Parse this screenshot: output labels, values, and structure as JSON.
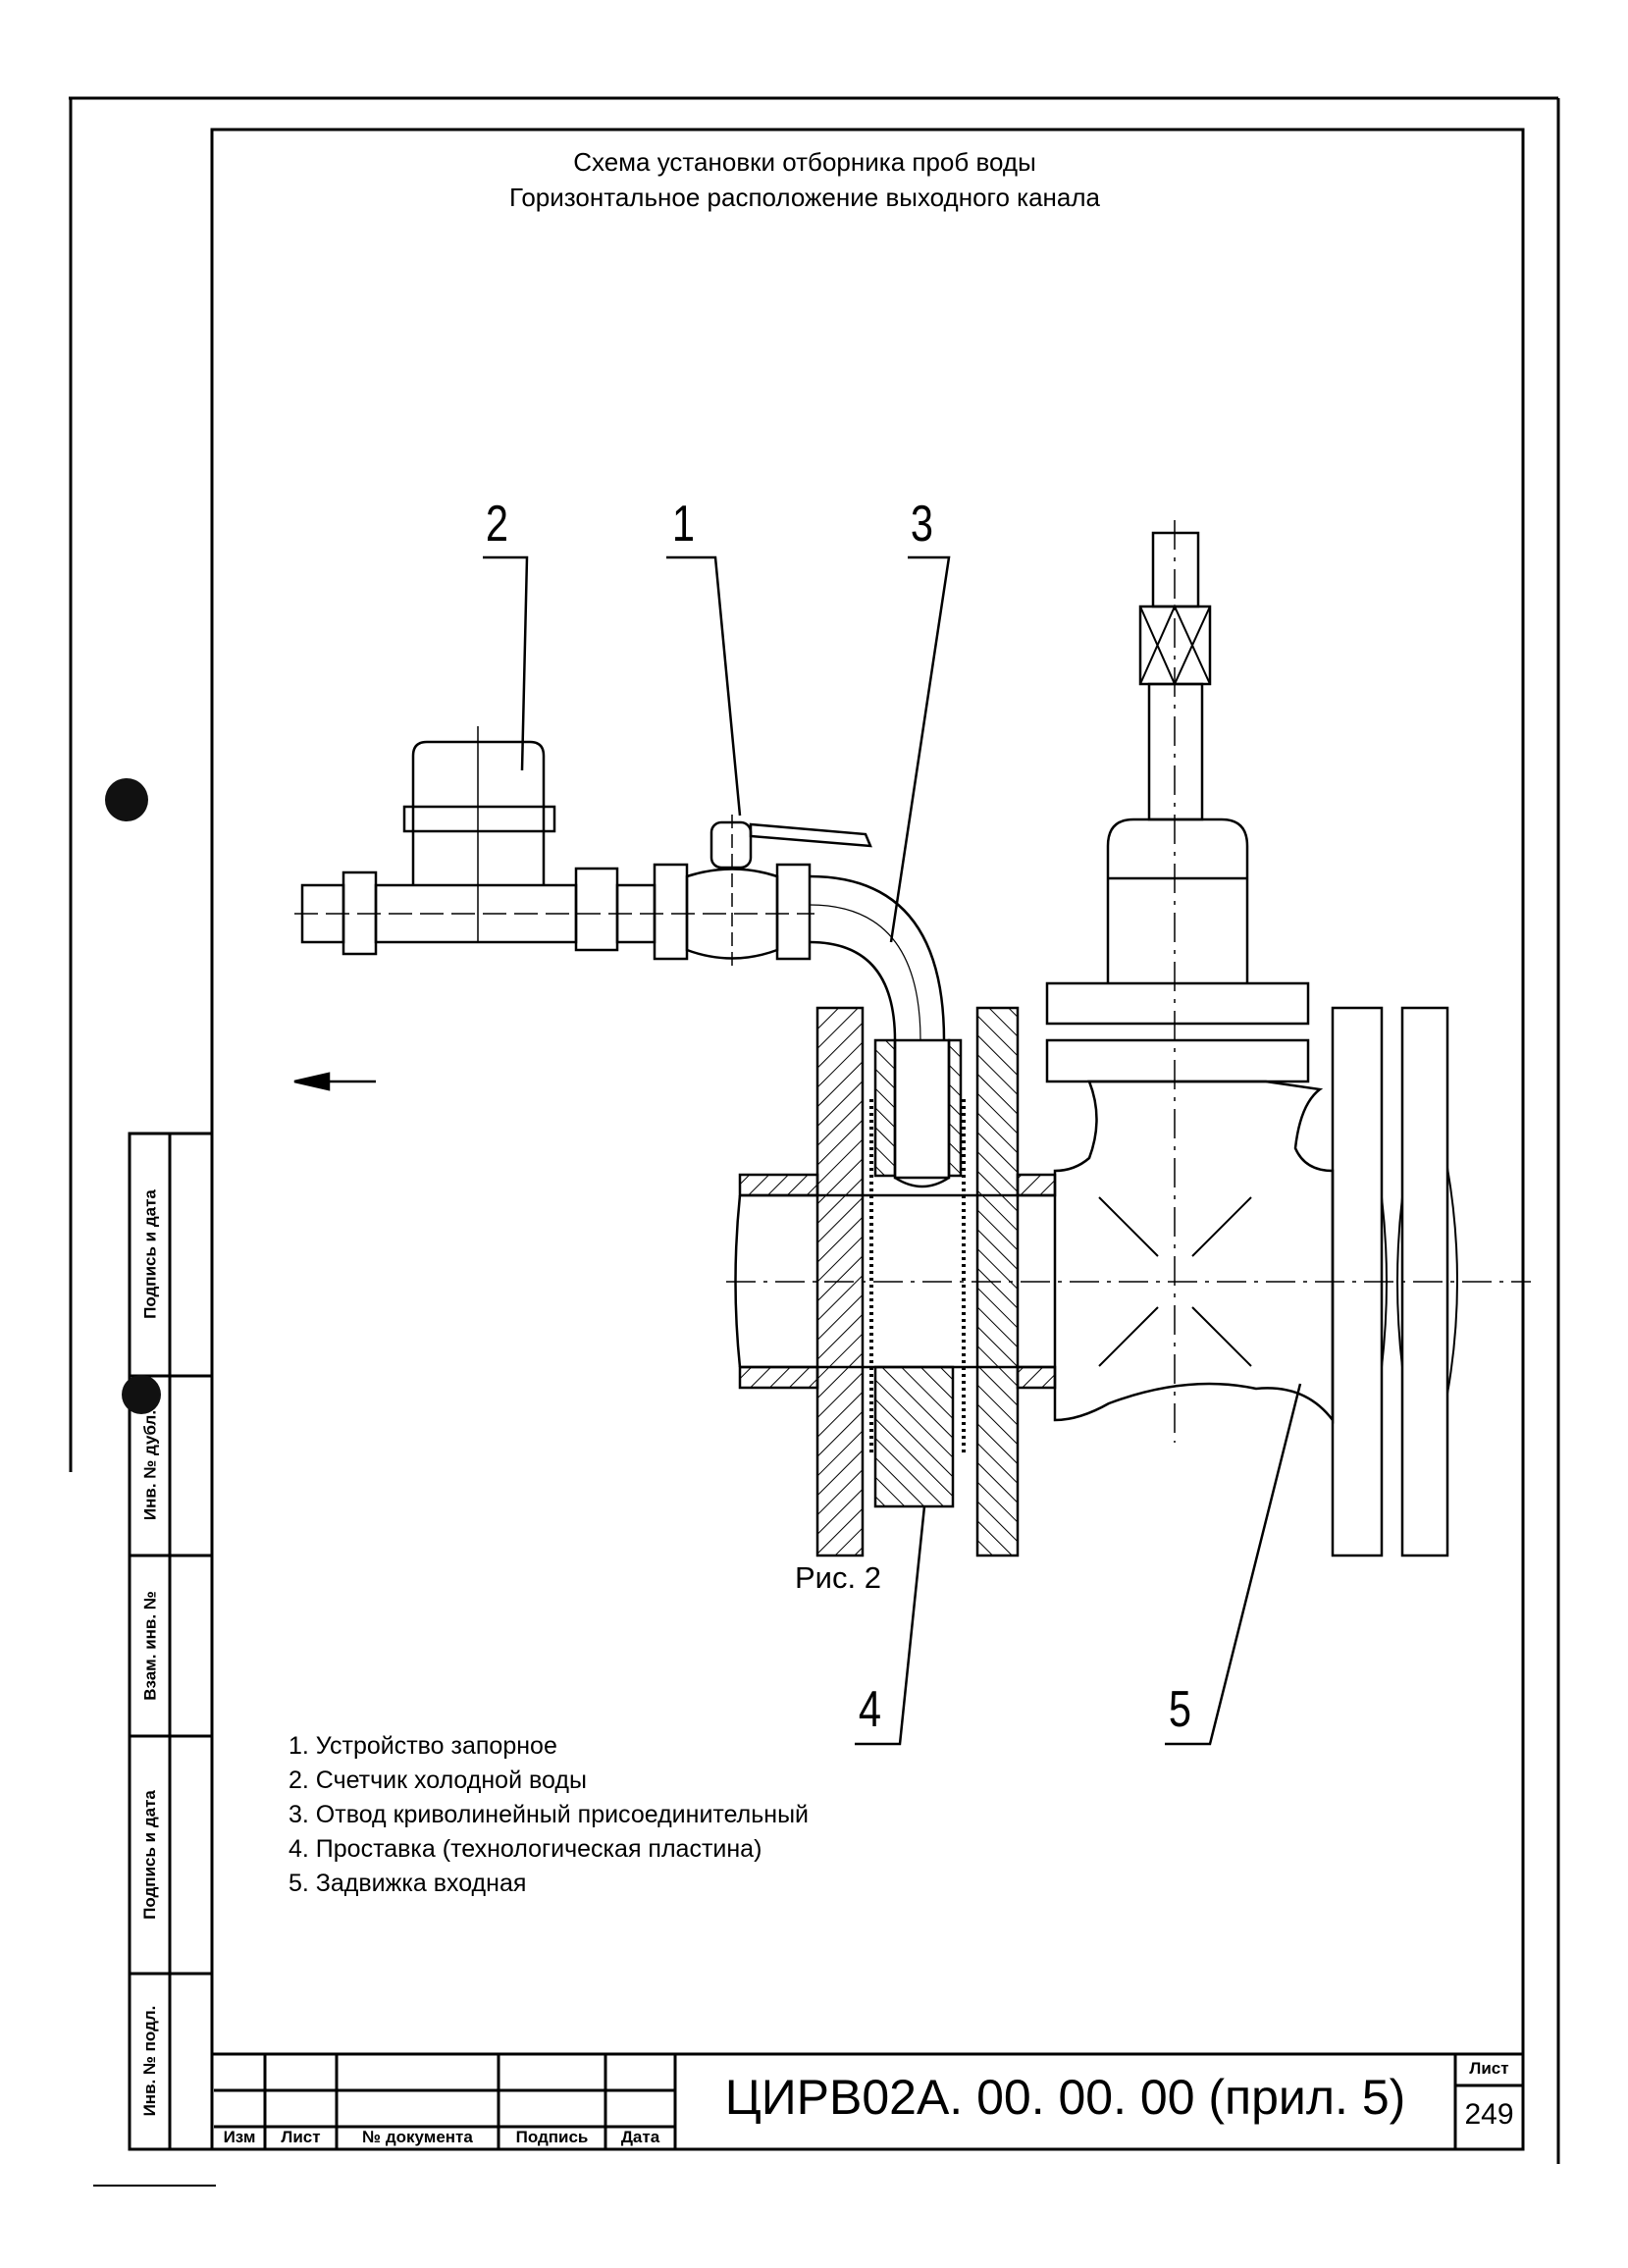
{
  "title": {
    "line1": "Схема установки отборника проб воды",
    "line2": "Горизонтальное расположение выходного канала"
  },
  "callouts": [
    "1",
    "2",
    "3",
    "4",
    "5"
  ],
  "figure_caption": "Рис. 2",
  "legend": [
    "1. Устройство запорное",
    "2. Счетчик холодной воды",
    "3. Отвод криволинейный присоединительный",
    "4. Проставка (технологическая пластина)",
    "5. Задвижка входная"
  ],
  "title_block": {
    "headers": [
      "Изм",
      "Лист",
      "№ документа",
      "Подпись",
      "Дата"
    ],
    "designation": "ЦИРВ02А. 00. 00. 00 (прил. 5)",
    "sheet_label": "Лист",
    "sheet_number": "249"
  },
  "side_stamp": [
    "Подпись и дата",
    "Инв. № дубл.",
    "Взам. инв. №",
    "Подпись и дата",
    "Инв. № подл."
  ]
}
